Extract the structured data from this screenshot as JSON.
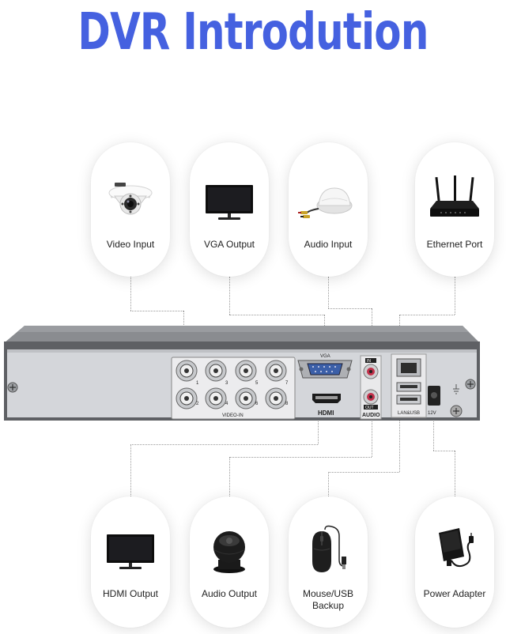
{
  "title": "DVR Introdution",
  "top_items": [
    {
      "label": "Video Input",
      "icon": "dome-camera-icon"
    },
    {
      "label": "VGA Output",
      "icon": "monitor-icon"
    },
    {
      "label": "Audio Input",
      "icon": "microphone-icon"
    },
    {
      "label": "Ethernet Port",
      "icon": "router-icon"
    }
  ],
  "bottom_items": [
    {
      "label": "HDMI Output",
      "icon": "monitor-icon"
    },
    {
      "label": "Audio Output",
      "icon": "speaker-icon"
    },
    {
      "label": "Mouse/USB Backup",
      "line1": "Mouse/USB",
      "line2": "Backup",
      "icon": "mouse-icon"
    },
    {
      "label": "Power Adapter",
      "icon": "power-adapter-icon"
    }
  ],
  "dvr_panel": {
    "video_in_label": "VIDEO-IN",
    "vga_label": "VGA",
    "hdmi_label": "HDMI",
    "audio_label": "AUDIO",
    "audio_in_tag": "IN",
    "audio_out_tag": "OUT",
    "lan_usb_label": "LAN&USB",
    "power_label": "12V",
    "channel_numbers": [
      "1",
      "3",
      "5",
      "7",
      "2",
      "4",
      "6",
      "8"
    ]
  },
  "colors": {
    "title": "#4561e0",
    "panel": "#d4d6da",
    "chassis": "#6a6c70"
  }
}
